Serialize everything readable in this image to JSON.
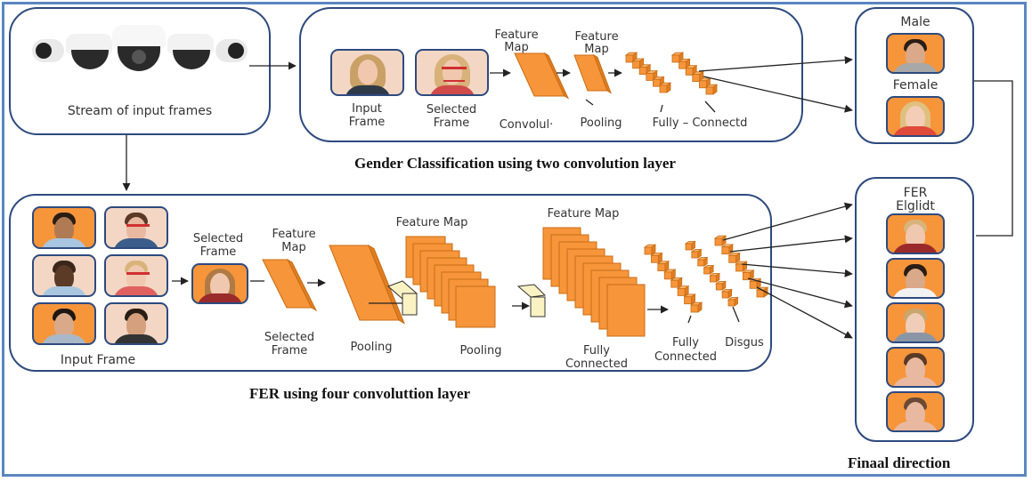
{
  "colors": {
    "frame_border": "#5b86bf",
    "box_border": "#2e4a7e",
    "layer_orange": "#f7953a",
    "layer_edge": "#c86d14",
    "pool_yellow": "#fbf2c4",
    "face_bg_orange": "#f7953a",
    "face_bg_peach": "#f3d7c4",
    "arrow": "#222222"
  },
  "input_stream": {
    "label": "Stream of input frames",
    "icon": "security-cameras-icon",
    "camera_count": 5
  },
  "gender_module": {
    "title": "Gender Classification using two convolution layer",
    "input_frame_label": "Input\nFrame",
    "input_frame_line1": "Input",
    "input_frame_line2": "Frame",
    "selected_frame_line1": "Selected",
    "selected_frame_line2": "Frame",
    "feature_map_1_line1": "Feature",
    "feature_map_1_line2": "Map",
    "feature_map_2_line1": "Feature",
    "feature_map_2_line2": "Map",
    "conv_label": "Convolul·",
    "pooling_label": "Pooling",
    "fc_label": "Fully – Connectd"
  },
  "gender_output": {
    "male_label": "Male",
    "female_label": "Female"
  },
  "fer_module": {
    "title": "FER using four convoluttion layer",
    "input_frame_label": "Input Frame",
    "input_faces": [
      {
        "bg": "orange",
        "skin": "#b07a55",
        "hair": "#2a1d14",
        "shirt": "#a9c6e0"
      },
      {
        "bg": "peach",
        "skin": "#e8b9a0",
        "hair": "#5a3a26",
        "shirt": "#3b5d8a",
        "marked": true
      },
      {
        "bg": "peach",
        "skin": "#5b3a26",
        "hair": "#3a261a",
        "shirt": "#a9c6e0"
      },
      {
        "bg": "peach",
        "skin": "#f0c8b0",
        "hair": "#d9b47a",
        "shirt": "#e06060",
        "marked": true
      },
      {
        "bg": "orange",
        "skin": "#d9a98a",
        "hair": "#1e1612",
        "shirt": "#a9b8c8"
      },
      {
        "bg": "peach",
        "skin": "#d4a07e",
        "hair": "#2a1d14",
        "shirt": "#333333"
      }
    ],
    "selected_frame_line1": "Selected",
    "selected_frame_line2": "Frame",
    "feature_map_line1": "Feature",
    "feature_map_line2": "Map",
    "selected_frame_below_line1": "Selected",
    "selected_frame_below_line2": "Frame",
    "pooling_1_label": "Pooling",
    "feature_map_2_label": "Feature Map",
    "pooling_2_label": "Pooling",
    "feature_map_3_label": "Feature Map",
    "fully_connected_1_line1": "Fully",
    "fully_connected_1_line2": "Connected",
    "fully_connected_2_line1": "Fully",
    "fully_connected_2_line2": "Connected",
    "disgust_label": "Disgus"
  },
  "fer_output": {
    "title_line1": "FER",
    "title_line2": "Elglidt",
    "faces": [
      {
        "skin": "#f0c8b0",
        "hair": "#d9b47a",
        "shirt": "#9b2a2a"
      },
      {
        "skin": "#d9a98a",
        "hair": "#2a1d14",
        "shirt": "#f2f2f2"
      },
      {
        "skin": "#f0cdb8",
        "hair": "#c9a66e",
        "shirt": "#8a96a6"
      },
      {
        "skin": "#e8b9a0",
        "hair": "#5a3a26",
        "shirt": "#e8b9a0"
      },
      {
        "skin": "#e8b9a0",
        "hair": "#6a4a36",
        "shirt": "#e8b9a0"
      }
    ]
  },
  "final_label": "Finaal direction"
}
